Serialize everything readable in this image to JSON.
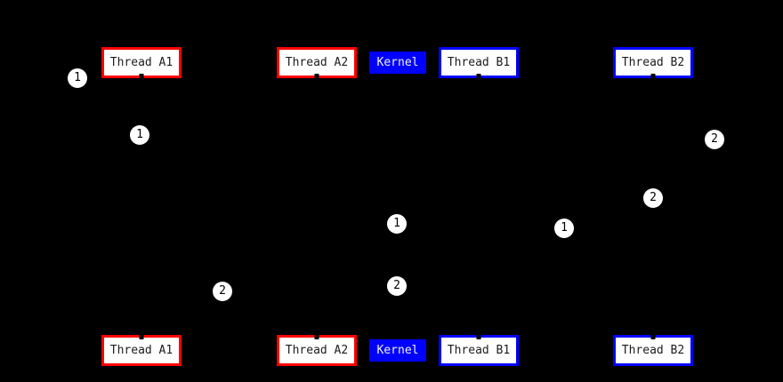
{
  "diagram": {
    "type": "sequence-diagram",
    "background_color": "#000000",
    "colors": {
      "thread_a_border": "#ff0000",
      "thread_b_border": "#0000ff",
      "kernel_fill": "#0000ff",
      "kernel_text": "#f2f2f2",
      "box_fill": "#ffffff",
      "box_text": "#1c1c1c",
      "badge_fill": "#ffffff",
      "badge_text": "#000000"
    },
    "participants": [
      {
        "id": "thread-a1",
        "label": "Thread A1",
        "group": "A"
      },
      {
        "id": "thread-a2",
        "label": "Thread A2",
        "group": "A"
      },
      {
        "id": "kernel",
        "label": "Kernel",
        "group": "kernel"
      },
      {
        "id": "thread-b1",
        "label": "Thread B1",
        "group": "B"
      },
      {
        "id": "thread-b2",
        "label": "Thread B2",
        "group": "B"
      }
    ],
    "markers": [
      {
        "label": "1"
      },
      {
        "label": "1"
      },
      {
        "label": "2"
      },
      {
        "label": "2"
      },
      {
        "label": "1"
      },
      {
        "label": "1"
      },
      {
        "label": "2"
      },
      {
        "label": "2"
      }
    ]
  }
}
